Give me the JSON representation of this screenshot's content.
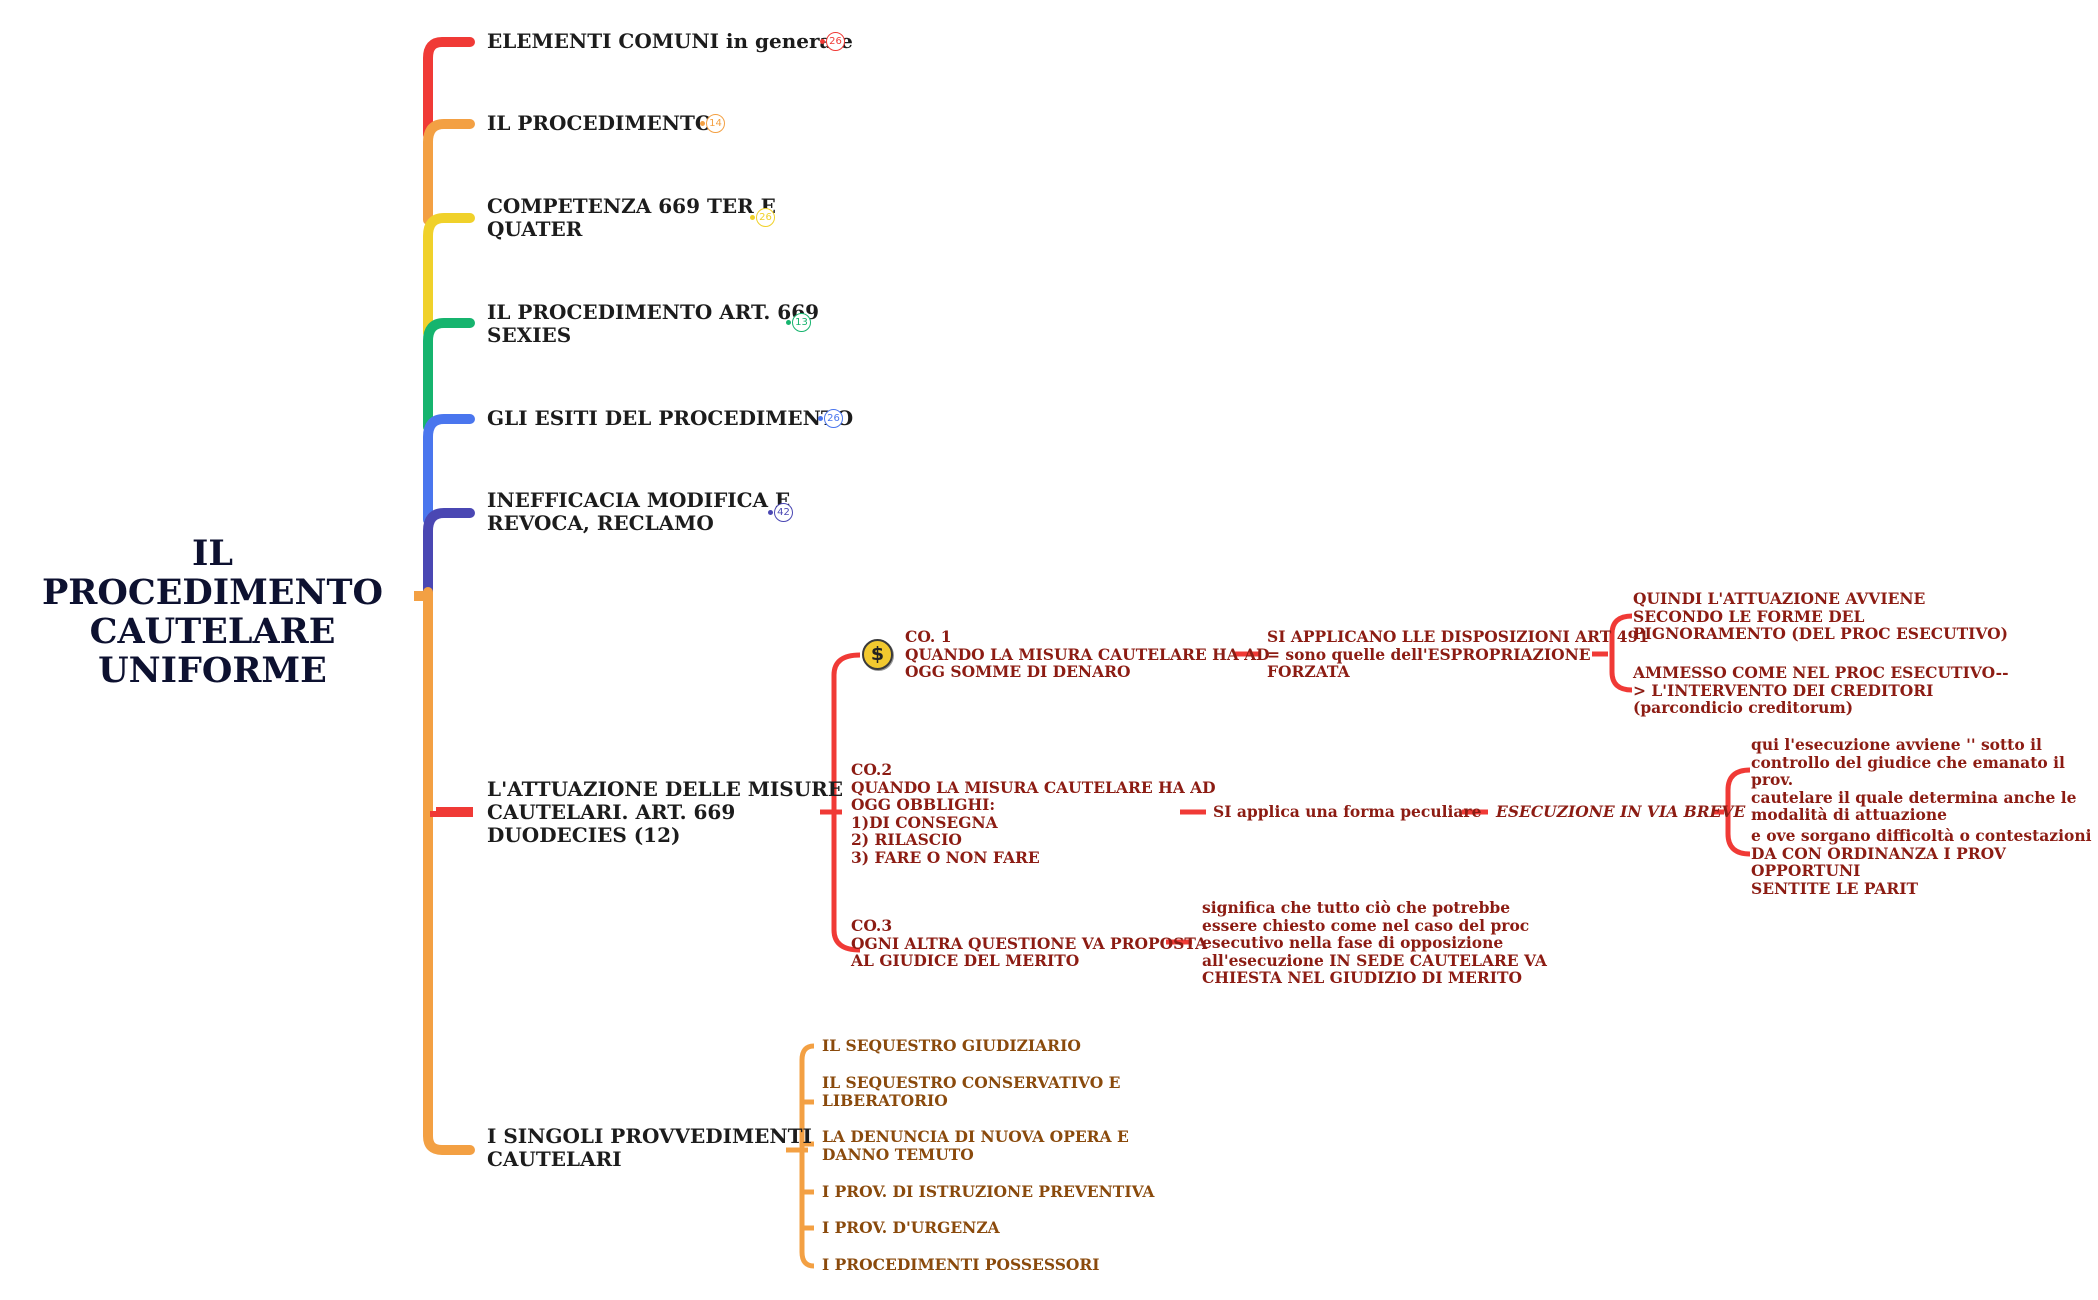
{
  "colors": {
    "root_text": "#0d1130",
    "branch_red": "#f03a36",
    "branch_orange": "#f3a043",
    "branch_yellow": "#f0d12a",
    "branch_green": "#16b46e",
    "branch_blue": "#4a76ee",
    "branch_indigo": "#4a47b3",
    "detail_text_red": "#8c1c13",
    "detail_text_orange": "#8a4a0c"
  },
  "root": {
    "title": "IL PROCEDIMENTO\nCAUTELARE\nUNIFORME"
  },
  "branches": [
    {
      "label": "ELEMENTI COMUNI in generale",
      "count": "26",
      "color": "#f03a36"
    },
    {
      "label": "IL PROCEDIMENTO",
      "count": "14",
      "color": "#f3a043"
    },
    {
      "label": "COMPETENZA 669 TER E\nQUATER",
      "count": "26",
      "color": "#f0d12a"
    },
    {
      "label": "IL PROCEDIMENTO ART. 669\nSEXIES",
      "count": "13",
      "color": "#16b46e"
    },
    {
      "label": "GLI ESITI DEL PROCEDIMENTO",
      "count": "26",
      "color": "#4a76ee"
    },
    {
      "label": "INEFFICACIA MODIFICA E\nREVOCA, RECLAMO",
      "count": "42",
      "color": "#4a47b3"
    },
    {
      "label": "L'ATTUAZIONE DELLE MISURE\nCAUTELARI. ART. 669\nDUODECIES (12)"
    },
    {
      "label": "I SINGOLI PROVVEDIMENTI\nCAUTELARI"
    }
  ],
  "attuazione": {
    "coin_icon": "dollar-coin-icon",
    "coin_symbol": "$",
    "co1": {
      "label": "CO. 1\nQUANDO LA MISURA CAUTELARE HA AD\nOGG SOMME DI DENARO",
      "child": "SI APPLICANO LLE DISPOSIZIONI ART 491\n= sono quelle dell'ESPROPRIAZIONE\nFORZATA",
      "grandchildren": [
        "QUINDI L'ATTUAZIONE AVVIENE\nSECONDO LE FORME DEL\nPIGNORAMENTO (DEL PROC ESECUTIVO)",
        "AMMESSO COME NEL PROC ESECUTIVO--\n> L'INTERVENTO DEI CREDITORI\n(parcondicio creditorum)"
      ]
    },
    "co2": {
      "label": "CO.2\nQUANDO LA MISURA CAUTELARE HA AD\nOGG OBBLIGHI:\n1)DI CONSEGNA\n2) RILASCIO\n3) FARE O NON FARE",
      "child": "SI applica una forma peculiare",
      "grandchild": "ESECUZIONE IN VIA BREVE",
      "leaves": [
        "qui l'esecuzione avviene '' sotto il\ncontrollo del giudice che emanato il prov.\ncautelare il quale determina anche le\nmodalità di attuazione",
        "e ove sorgano difficoltà o contestazioni\nDA CON ORDINANZA I PROV OPPORTUNI\nSENTITE LE PARIT"
      ]
    },
    "co3": {
      "label": "CO.3\nOGNI ALTRA QUESTIONE VA PROPOSTA\nAL GIUDICE DEL MERITO",
      "child": "significa che tutto ciò che potrebbe\nessere chiesto come nel caso del proc\nesecutivo nella fase di opposizione\nall'esecuzione IN SEDE CAUTELARE VA\nCHIESTA NEL GIUDIZIO DI MERITO"
    }
  },
  "provvedimenti": [
    "IL SEQUESTRO GIUDIZIARIO",
    "IL SEQUESTRO CONSERVATIVO E\nLIBERATORIO",
    "LA DENUNCIA DI NUOVA OPERA E\nDANNO TEMUTO",
    "I PROV. DI ISTRUZIONE PREVENTIVA",
    "I PROV. D'URGENZA",
    "I PROCEDIMENTI POSSESSORI"
  ]
}
